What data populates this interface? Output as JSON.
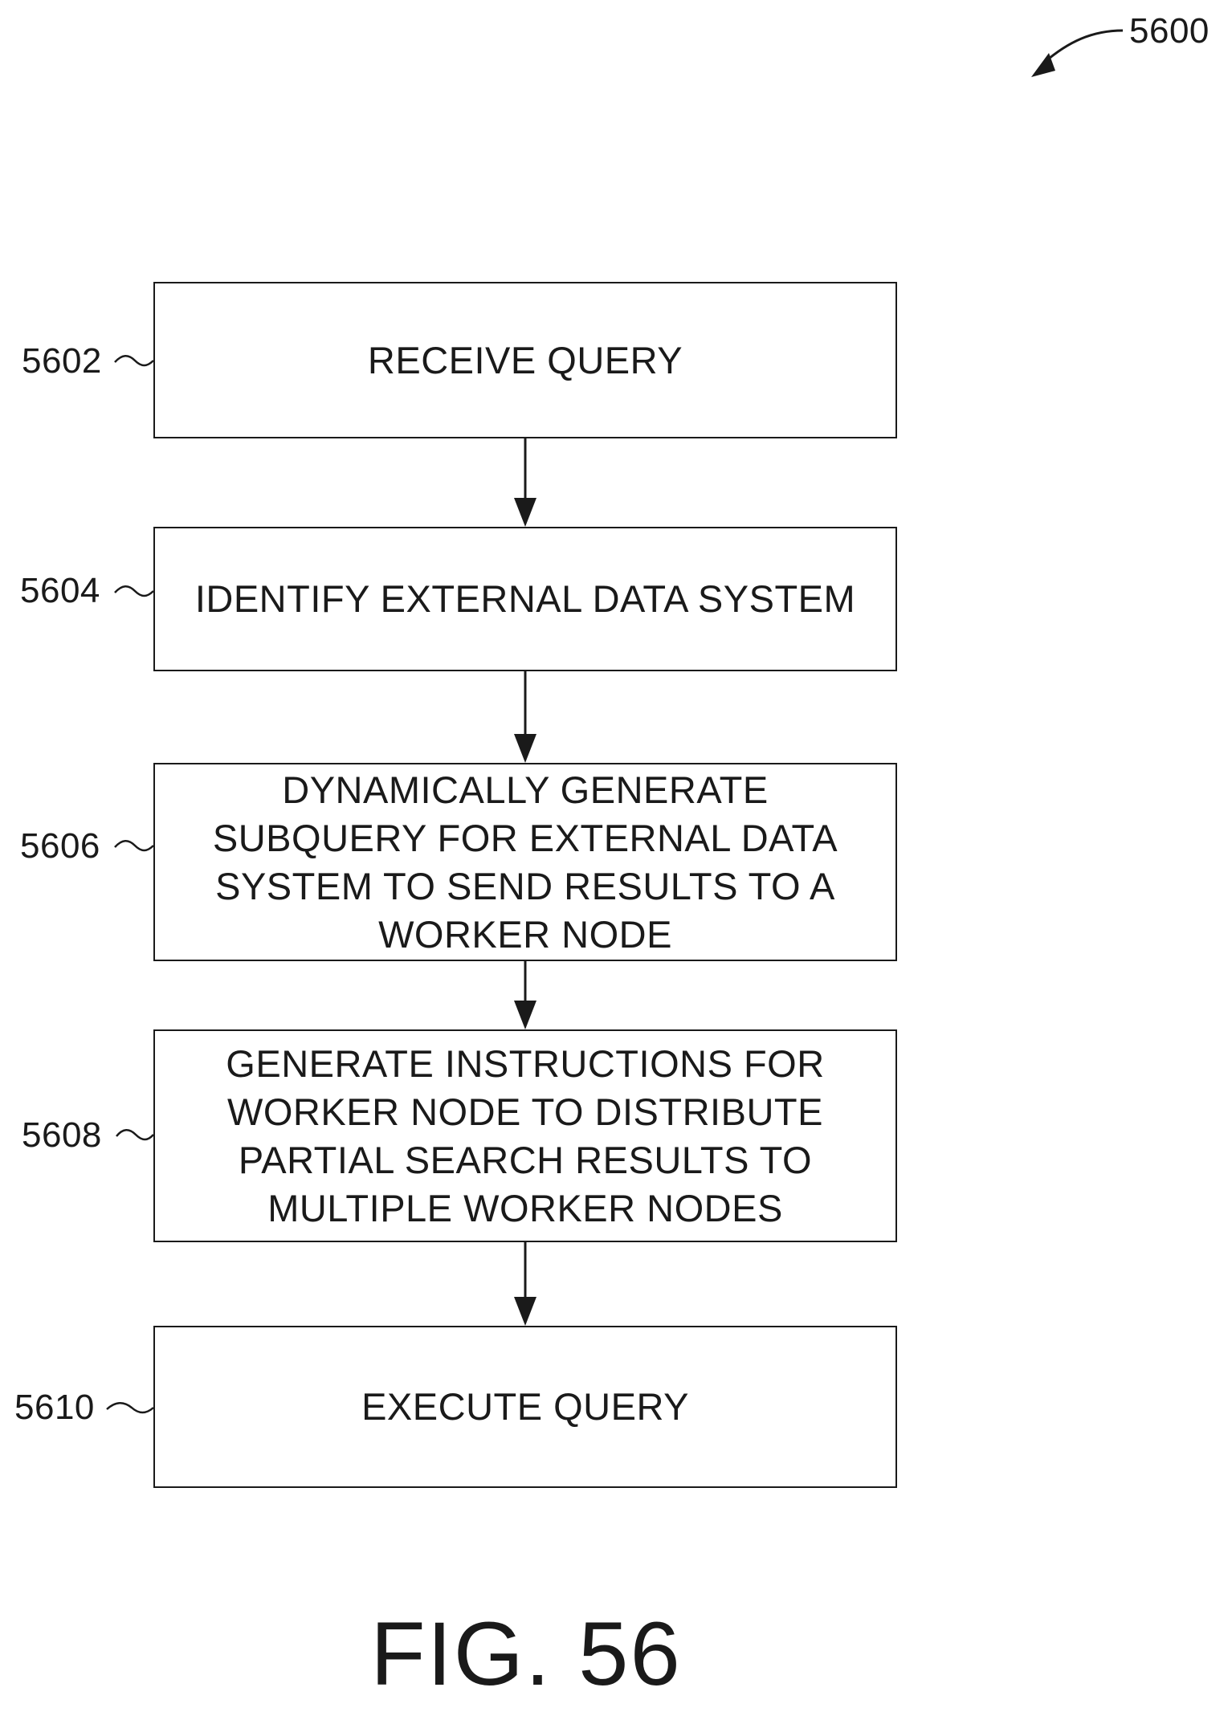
{
  "figure": {
    "ref_number": "5600",
    "caption": "FIG. 56"
  },
  "steps": [
    {
      "ref": "5602",
      "lines": [
        "RECEIVE QUERY"
      ]
    },
    {
      "ref": "5604",
      "lines": [
        "IDENTIFY EXTERNAL DATA SYSTEM"
      ]
    },
    {
      "ref": "5606",
      "lines": [
        "DYNAMICALLY GENERATE",
        "SUBQUERY FOR EXTERNAL DATA",
        "SYSTEM TO SEND RESULTS TO A",
        "WORKER NODE"
      ]
    },
    {
      "ref": "5608",
      "lines": [
        "GENERATE INSTRUCTIONS FOR",
        "WORKER NODE TO DISTRIBUTE",
        "PARTIAL SEARCH RESULTS TO",
        "MULTIPLE WORKER NODES"
      ]
    },
    {
      "ref": "5610",
      "lines": [
        "EXECUTE QUERY"
      ]
    }
  ]
}
